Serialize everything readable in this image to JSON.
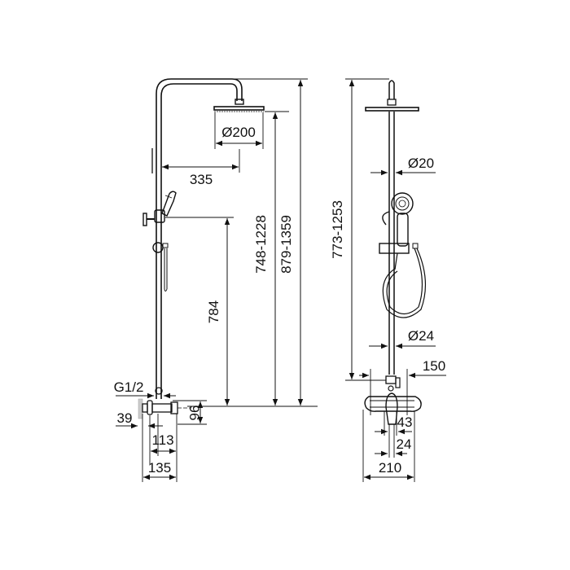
{
  "drawing": {
    "title": "Shower column technical drawing",
    "stroke_color": "#111111",
    "background": "#ffffff",
    "side_view": {
      "dimensions": {
        "head_diameter": "Ø200",
        "arm_reach": "335",
        "holder_height": "784",
        "head_height_range": "748-1228",
        "total_height_range": "879-1359",
        "thread": "G1/2",
        "wall_offset": "39",
        "mixer_height": "96",
        "mixer_depth": "113",
        "total_depth": "135"
      }
    },
    "front_view": {
      "dimensions": {
        "upper_pipe_diameter": "Ø20",
        "lower_pipe_diameter": "Ø24",
        "height_range": "773-1253",
        "inlet_spacing": "150",
        "handle_offset": "43",
        "spout_width": "24",
        "mixer_width": "210"
      }
    }
  }
}
